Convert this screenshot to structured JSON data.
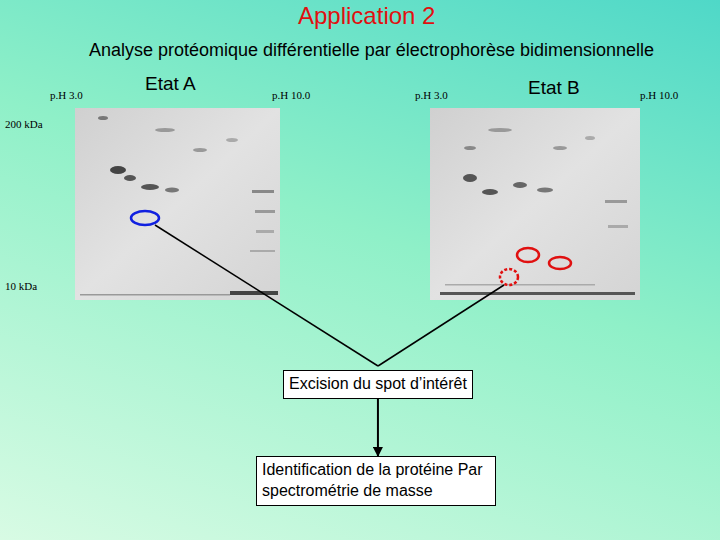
{
  "diagram": {
    "title": "Application 2",
    "nodes": [
      {
        "text": [
          "Excision du spot d’intérêt"
        ]
      },
      {
        "text": [
          "Identification de la protéine Par spectrométrie de masse"
        ]
      }
    ],
    "edges": [
      {
        "from": 0,
        "to": 1,
        "arrow": "to"
      }
    ],
    "labels": [
      "Analyse protéomique différentielle par électrophorèse bidimensionnelle",
      "p.H 3.0",
      "Etat A",
      "p.H 10.0",
      "p.H 3.0",
      "Etat B",
      "p.H 10.0",
      "200 kDa",
      "10 kDa"
    ]
  }
}
